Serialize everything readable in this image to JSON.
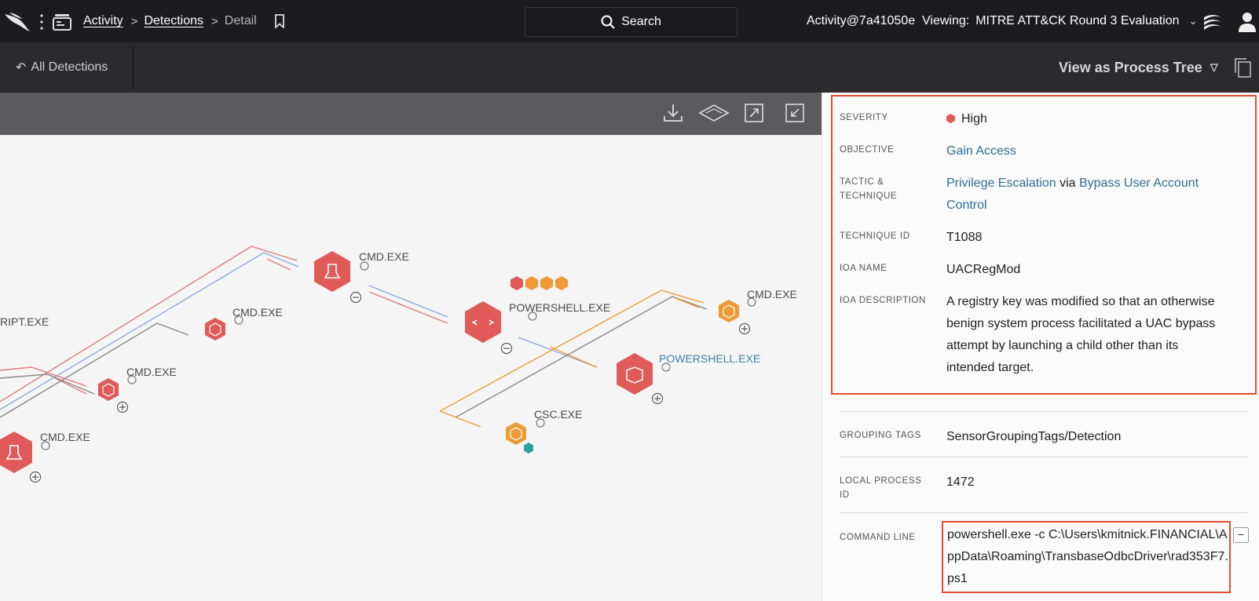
{
  "topbar": {
    "breadcrumb": [
      "Activity",
      "Detections",
      "Detail"
    ],
    "search_label": "Search",
    "account": "Activity@7a41050e",
    "viewing_label": "Viewing:",
    "viewing_value": "MITRE ATT&CK Round 3 Evaluation"
  },
  "subbar": {
    "back_label": "All Detections",
    "view_mode": "View as Process Tree"
  },
  "graph": {
    "nodes": [
      {
        "label": "RIPT.EXE"
      },
      {
        "label": "CMD.EXE"
      },
      {
        "label": "CMD.EXE"
      },
      {
        "label": "CMD.EXE"
      },
      {
        "label": "CMD.EXE"
      },
      {
        "label": "POWERSHELL.EXE"
      },
      {
        "label": "CMD.EXE"
      },
      {
        "label": "POWERSHELL.EXE"
      },
      {
        "label": "CSC.EXE"
      }
    ]
  },
  "colors": {
    "severity_high": "#e05a5a",
    "accent_orange": "#ee9a36",
    "highlight_box": "#e14f2e",
    "link": "#2f6f96"
  },
  "detail": {
    "severity_label": "SEVERITY",
    "severity_value": "High",
    "objective_label": "OBJECTIVE",
    "objective_value": "Gain Access",
    "tactic_label_1": "TACTIC &",
    "tactic_label_2": "TECHNIQUE",
    "tactic_value": "Privilege Escalation",
    "tactic_via": "via",
    "technique_value": "Bypass User Account Control",
    "technique_id_label": "TECHNIQUE ID",
    "technique_id_value": "T1088",
    "ioa_name_label": "IOA NAME",
    "ioa_name_value": "UACRegMod",
    "ioa_desc_label": "IOA DESCRIPTION",
    "ioa_desc_value": "A registry key was modified so that an otherwise benign system process facilitated a UAC bypass attempt by launching a child other than its intended target.",
    "grouping_label": "GROUPING TAGS",
    "grouping_value": "SensorGroupingTags/Detection",
    "pid_label_1": "LOCAL PROCESS",
    "pid_label_2": "ID",
    "pid_value": "1472",
    "cmd_label": "COMMAND LINE",
    "cmd_value": "powershell.exe -c C:\\Users\\kmitnick.FINANCIAL\\AppData\\Roaming\\TransbaseOdbcDriver\\rad353F7.ps1",
    "cmd_collapse": "−"
  }
}
